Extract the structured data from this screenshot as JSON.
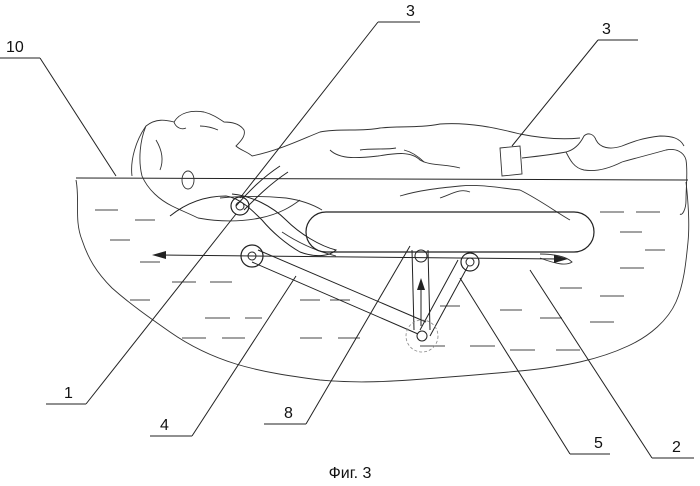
{
  "labels": {
    "l10": "10",
    "l3a": "3",
    "l3b": "3",
    "l1": "1",
    "l4": "4",
    "l8": "8",
    "l5": "5",
    "l2": "2"
  },
  "caption": "Фиг. 3"
}
